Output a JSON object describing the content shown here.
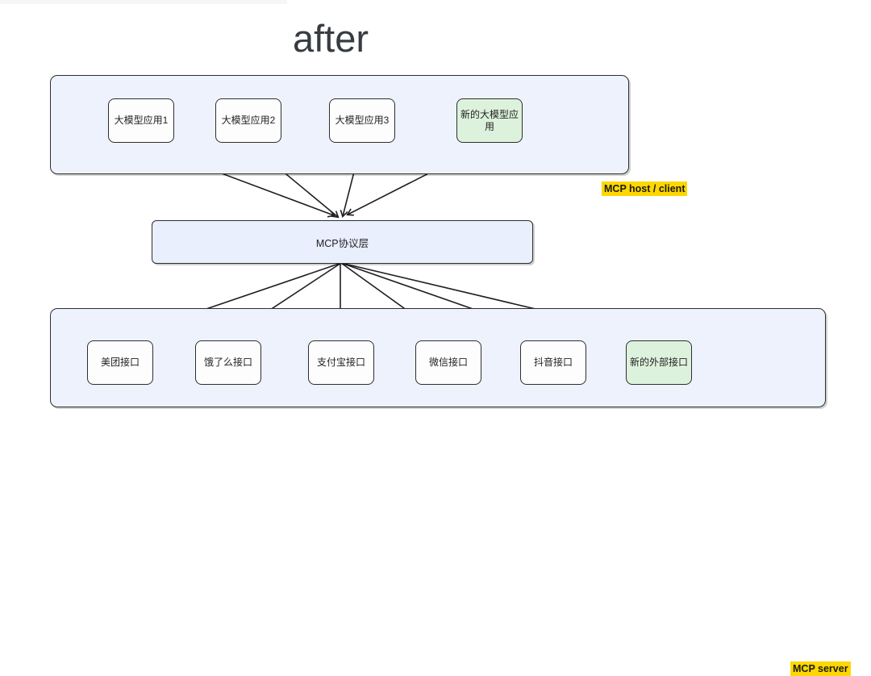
{
  "title": "after",
  "host": {
    "tag": "MCP host / client",
    "nodes": [
      {
        "label": "大模型应用1"
      },
      {
        "label": "大模型应用2"
      },
      {
        "label": "大模型应用3"
      },
      {
        "label": "新的大模型应用",
        "highlight": true
      }
    ]
  },
  "protocol": {
    "label": "MCP协议层"
  },
  "server": {
    "tag": "MCP server",
    "nodes": [
      {
        "label": "美团接口"
      },
      {
        "label": "饿了么接口"
      },
      {
        "label": "支付宝接口"
      },
      {
        "label": "微信接口"
      },
      {
        "label": "抖音接口"
      },
      {
        "label": "新的外部接口",
        "highlight": true
      }
    ]
  },
  "colors": {
    "container_fill": "#eef2fc",
    "protocol_fill": "#e9effc",
    "node_fill": "#fdfdfe",
    "node_highlight_fill": "#ddf2dc",
    "shape_border": "#2e2e2e",
    "tag_highlight": "#fcd703",
    "arrow": "#1f1f1f",
    "title_text": "#363c42"
  },
  "edges": {
    "host_to_protocol": [
      [
        176,
        178,
        414,
        267
      ],
      [
        309,
        178,
        419,
        269
      ],
      [
        448,
        178,
        425,
        268
      ],
      [
        606,
        177,
        431,
        266
      ]
    ],
    "protocol_to_server": [
      [
        423,
        326,
        153,
        418
      ],
      [
        423,
        326,
        285,
        417
      ],
      [
        422,
        326,
        422,
        416
      ],
      [
        423,
        326,
        551,
        418
      ],
      [
        423,
        326,
        681,
        416
      ],
      [
        423,
        326,
        812,
        418
      ]
    ]
  }
}
